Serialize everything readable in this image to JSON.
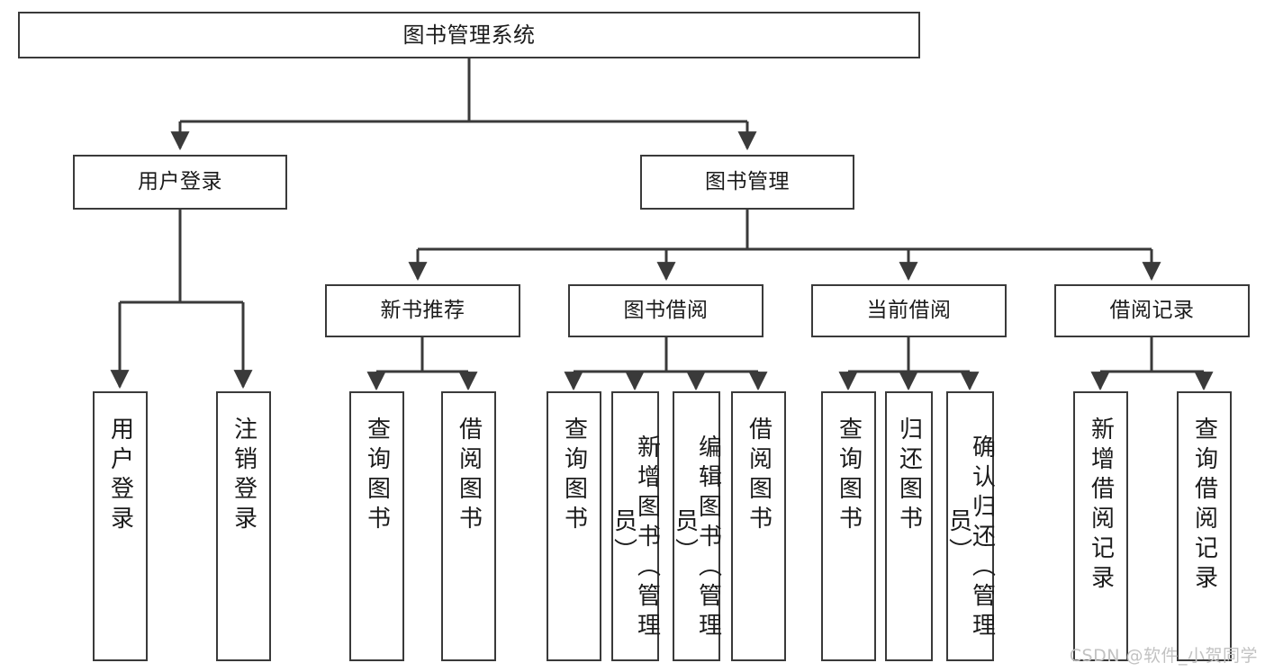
{
  "diagram": {
    "title": "图书管理系统",
    "type": "tree-hierarchy-chart",
    "watermark": "CSDN @软件_小贺同学",
    "colors": {
      "box_border": "#3a3a3a",
      "box_fill": "#ffffff",
      "connector": "#3a3a3a",
      "text": "#1b1b1b",
      "watermark": "#c2c2c2"
    }
  },
  "nodes": {
    "root": {
      "label": "图书管理系统"
    },
    "level2": [
      {
        "label": "用户登录"
      },
      {
        "label": "图书管理"
      }
    ],
    "level3": [
      {
        "label": "新书推荐"
      },
      {
        "label": "图书借阅"
      },
      {
        "label": "当前借阅"
      },
      {
        "label": "借阅记录"
      }
    ],
    "leaves": {
      "user_login": [
        {
          "label": "用户登录"
        },
        {
          "label": "注销登录"
        }
      ],
      "new_book_recommend": [
        {
          "label": "查询图书"
        },
        {
          "label": "借阅图书"
        }
      ],
      "book_borrow": [
        {
          "label": "查询图书"
        },
        {
          "label": "新增图书（管理员）"
        },
        {
          "label": "编辑图书（管理员）"
        },
        {
          "label": "借阅图书"
        }
      ],
      "current_borrow": [
        {
          "label": "查询图书"
        },
        {
          "label": "归还图书"
        },
        {
          "label": "确认归还（管理员）"
        }
      ],
      "borrow_record": [
        {
          "label": "新增借阅记录"
        },
        {
          "label": "查询借阅记录"
        }
      ]
    }
  }
}
